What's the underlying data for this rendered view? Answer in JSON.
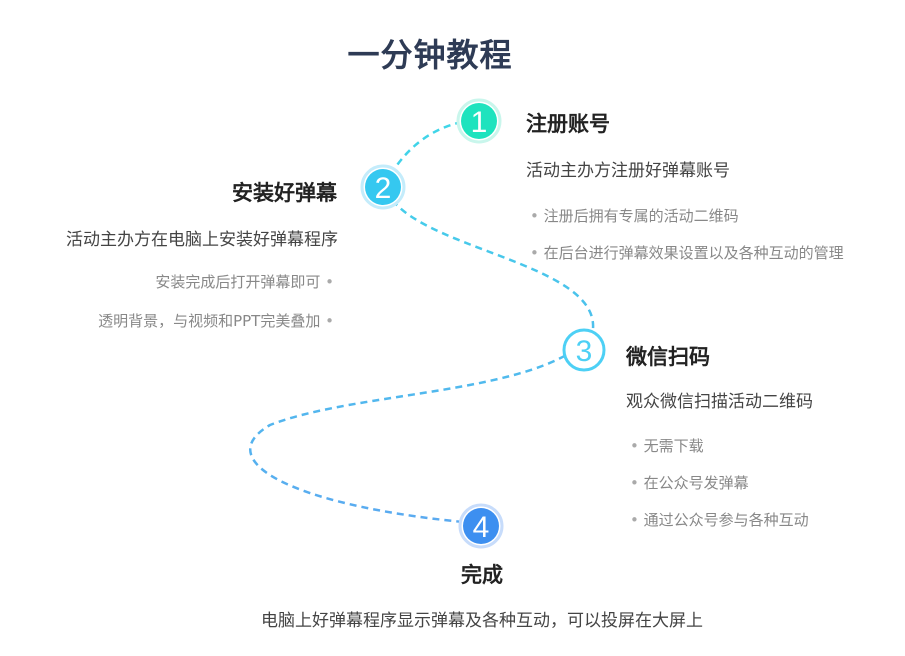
{
  "title": "一分钟教程",
  "bullet_mark": "•",
  "colors": {
    "step1": "#1ee3be",
    "step2": "#35c8f0",
    "step3": "#4dd0f5",
    "step4": "#3d8ff0",
    "path": "#5ccbee"
  },
  "steps": [
    {
      "number": "1",
      "heading": "注册账号",
      "description": "活动主办方注册好弹幕账号",
      "bullets": [
        "注册后拥有专属的活动二维码",
        "在后台进行弹幕效果设置以及各种互动的管理"
      ]
    },
    {
      "number": "2",
      "heading": "安装好弹幕",
      "description": "活动主办方在电脑上安装好弹幕程序",
      "bullets": [
        "安装完成后打开弹幕即可",
        "透明背景，与视频和PPT完美叠加"
      ]
    },
    {
      "number": "3",
      "heading": "微信扫码",
      "description": "观众微信扫描活动二维码",
      "bullets": [
        "无需下载",
        "在公众号发弹幕",
        "通过公众号参与各种互动"
      ]
    },
    {
      "number": "4",
      "heading": "完成",
      "description": "电脑上好弹幕程序显示弹幕及各种互动，可以投屏在大屏上",
      "bullets": []
    }
  ]
}
